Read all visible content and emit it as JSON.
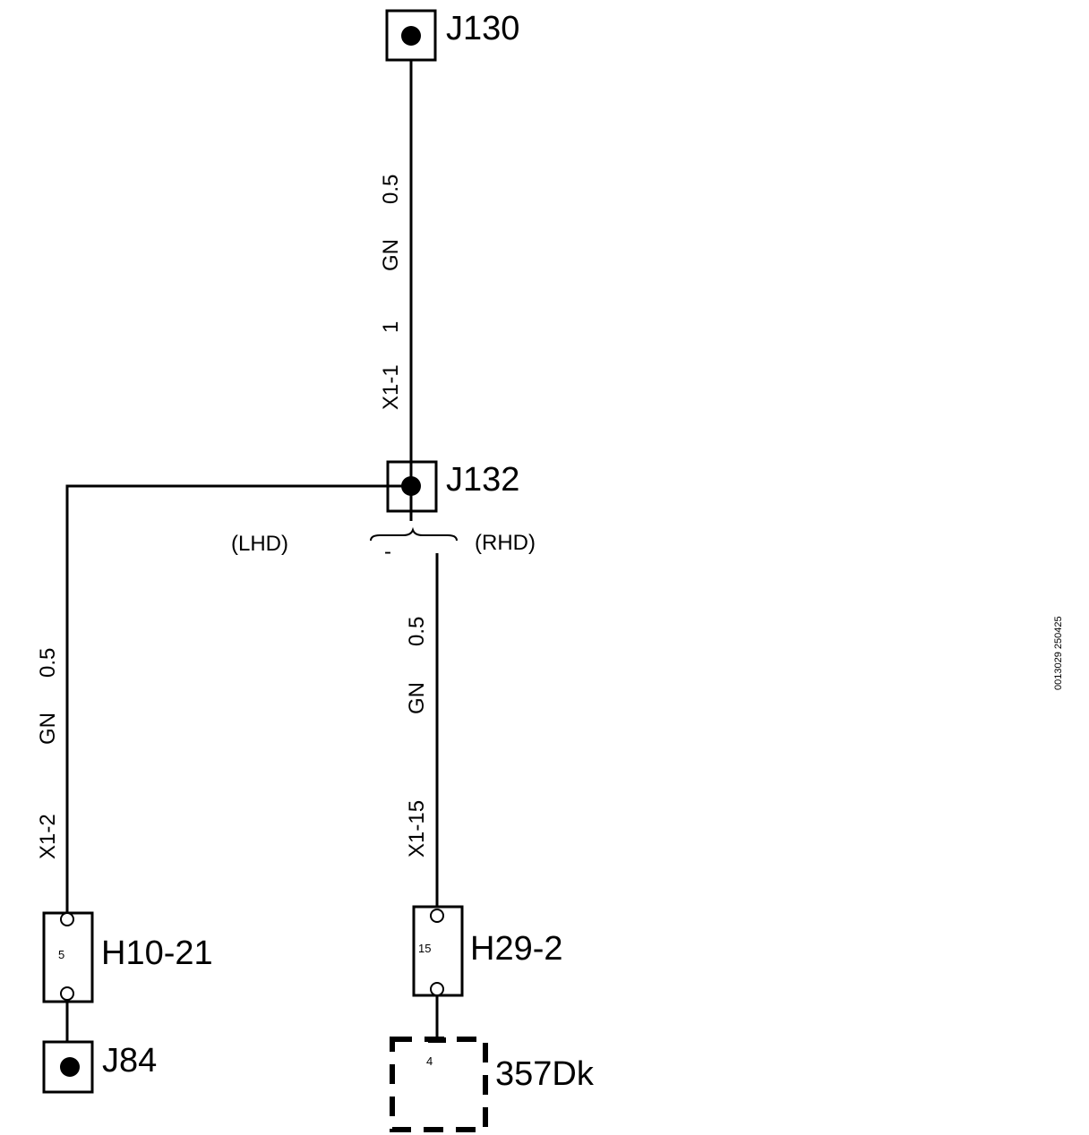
{
  "junctions": {
    "j130": "J130",
    "j132": "J132",
    "j84": "J84"
  },
  "connectors": {
    "h10": {
      "label": "H10-21",
      "pin": "5"
    },
    "h29": {
      "label": "H29-2",
      "pin": "15"
    }
  },
  "component": {
    "label": "357Dk",
    "pin": "4"
  },
  "variants": {
    "lhd": "(LHD)",
    "rhd": "(RHD)",
    "dash": "-"
  },
  "wire_top": {
    "size": "0.5",
    "color": "GN",
    "num": "1",
    "conn": "X1-1"
  },
  "wire_left": {
    "size": "0.5",
    "color": "GN",
    "conn": "X1-2"
  },
  "wire_right": {
    "size": "0.5",
    "color": "GN",
    "conn": "X1-15"
  },
  "ref_code": "0013029 250425"
}
